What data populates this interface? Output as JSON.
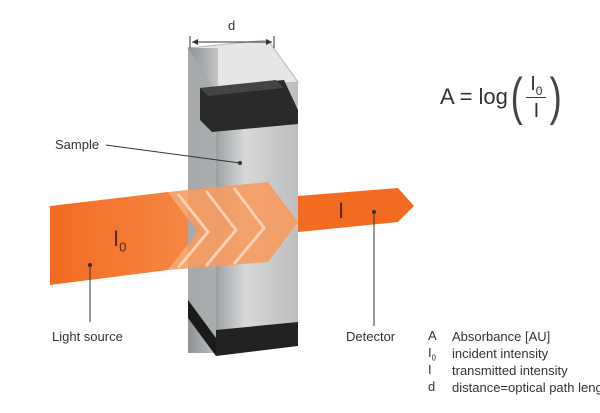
{
  "labels": {
    "dimension": "d",
    "sample": "Sample",
    "light_source": "Light source",
    "detector": "Detector",
    "beam_in": "I",
    "beam_in_sub": "0",
    "beam_out": "I"
  },
  "formula": {
    "lhs": "A = log",
    "numerator": "I",
    "numerator_sub": "0",
    "denominator": "I"
  },
  "legend": [
    {
      "symbol": "A",
      "symbol_sub": "",
      "text": "Absorbance [AU]"
    },
    {
      "symbol": "I",
      "symbol_sub": "0",
      "text": "incident intensity"
    },
    {
      "symbol": "I",
      "symbol_sub": "",
      "text": "transmitted intensity"
    },
    {
      "symbol": "d",
      "symbol_sub": "",
      "text": "distance=optical path length"
    }
  ],
  "colors": {
    "beam": "#f36b21",
    "beam_light": "#f7a06a",
    "cuvette_dark": "#222222",
    "cuvette_glass": "#c9cbcc",
    "text": "#333333"
  }
}
